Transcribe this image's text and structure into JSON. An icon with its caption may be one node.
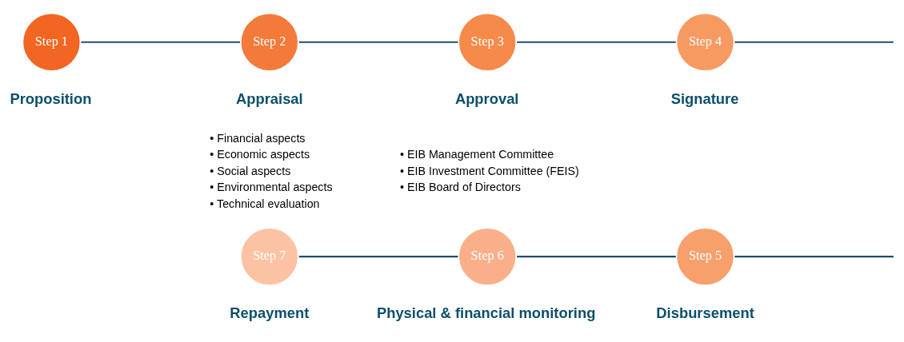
{
  "diagram": {
    "nodes": [
      {
        "text": [
          "Step 1"
        ],
        "beside": [
          "Proposition"
        ]
      },
      {
        "text": [
          "Step 2"
        ],
        "beside": [
          "Appraisal",
          "• Financial aspects",
          "• Economic aspects",
          "• Social aspects",
          "• Environmental aspects",
          "• Technical evaluation"
        ]
      },
      {
        "text": [
          "Step 3"
        ],
        "beside": [
          "Approval",
          "• EIB Management Committee",
          "• EIB Investment Committee (FEIS)",
          "• EIB Board of Directors"
        ]
      },
      {
        "text": [
          "Step 4"
        ],
        "beside": [
          "Signature"
        ]
      },
      {
        "text": [
          "Step 5"
        ],
        "beside": [
          "Disbursement"
        ]
      },
      {
        "text": [
          "Step 6"
        ],
        "beside": [
          "Physical & financial monitoring"
        ]
      },
      {
        "text": [
          "Step 7"
        ],
        "beside": [
          "Repayment"
        ]
      }
    ],
    "edges": [
      {
        "from": 0,
        "to": 1,
        "arrow": "none"
      },
      {
        "from": 1,
        "to": 2,
        "arrow": "none"
      },
      {
        "from": 2,
        "to": 3,
        "arrow": "none"
      },
      {
        "from": 3,
        "to": null,
        "arrow": "none"
      },
      {
        "from": 6,
        "to": 5,
        "arrow": "none"
      },
      {
        "from": 5,
        "to": 4,
        "arrow": "none"
      },
      {
        "from": 4,
        "to": null,
        "arrow": "none"
      }
    ]
  }
}
